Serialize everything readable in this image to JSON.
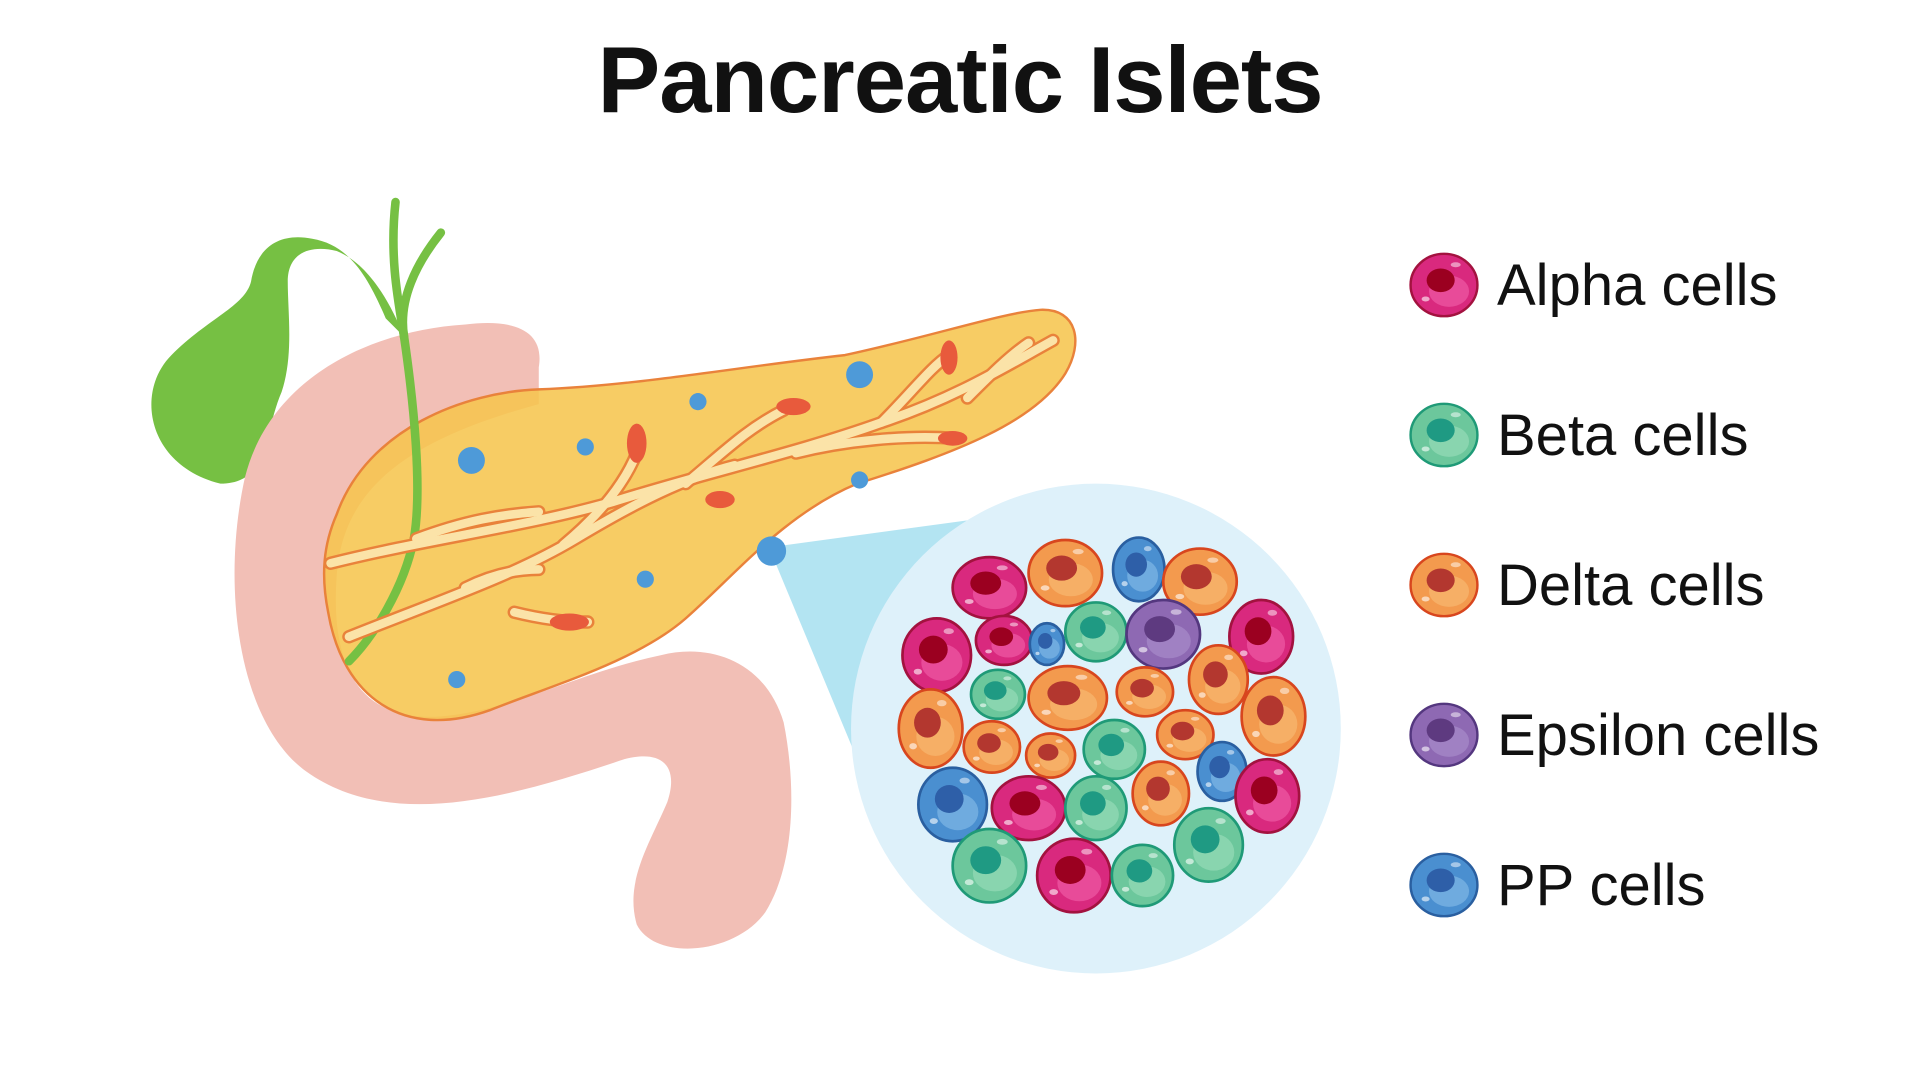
{
  "title": "Pancreatic Islets",
  "legend": [
    {
      "key": "alpha",
      "label": "Alpha cells",
      "fill": "#d9297e",
      "stroke": "#a3123f",
      "nucleus": "#9b0020",
      "light": "#ee5aa5"
    },
    {
      "key": "beta",
      "label": "Beta cells",
      "fill": "#6cc79c",
      "stroke": "#1f9a77",
      "nucleus": "#1f9a83",
      "light": "#95dbb8"
    },
    {
      "key": "delta",
      "label": "Delta cells",
      "fill": "#f39a4e",
      "stroke": "#d8461e",
      "nucleus": "#b3372f",
      "light": "#f7b870"
    },
    {
      "key": "epsilon",
      "label": "Epsilon cells",
      "fill": "#8e69b3",
      "stroke": "#54377f",
      "nucleus": "#5e3a80",
      "light": "#a88ccb"
    },
    {
      "key": "pp",
      "label": "PP cells",
      "fill": "#4a8fd0",
      "stroke": "#2a5fa0",
      "nucleus": "#2e5fa8",
      "light": "#7fb6e6"
    }
  ],
  "colors": {
    "pancreas": "#f6c54e",
    "pancreas_outline": "#e9823b",
    "duodenum": "#f2bfb6",
    "gallbladder": "#76c043",
    "duct": "#fbe3a8",
    "duct_outline": "#e9823b",
    "islet_dot": "#4e9ad8",
    "magnifier": "#def1fa",
    "beam": "#a6dff0",
    "vessel": "#e85a3c"
  }
}
